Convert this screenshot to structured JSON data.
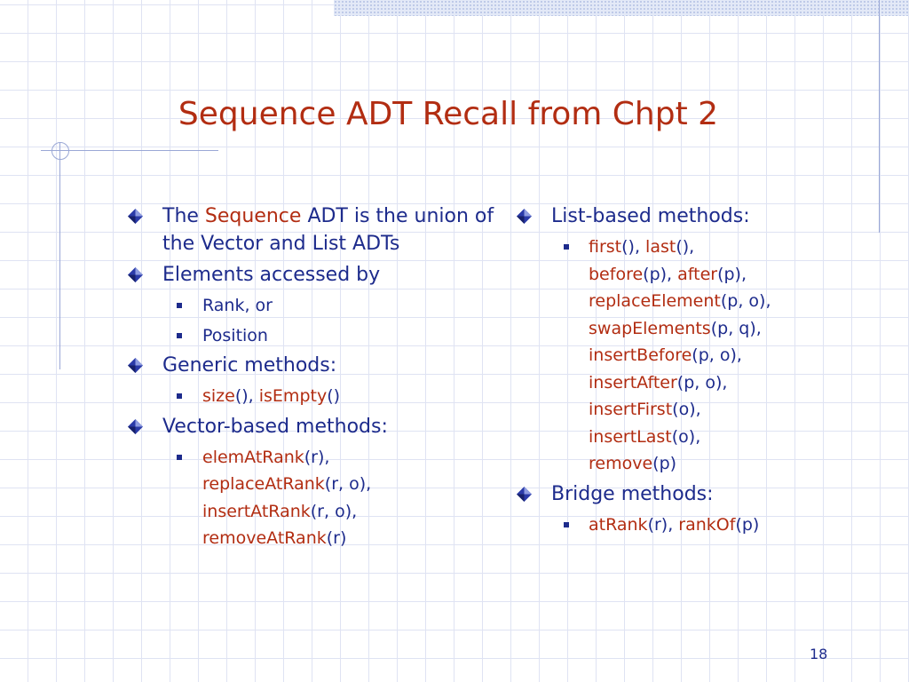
{
  "title": "Sequence ADT Recall from Chpt 2",
  "page_number": "18",
  "colors": {
    "accent": "#b22d12",
    "text": "#1d2b8c",
    "grid": "#dfe3f3"
  },
  "left": {
    "b1": {
      "pre": "The ",
      "emph": "Sequence",
      "post": " ADT is the union of the Vector and List ADTs"
    },
    "b2": {
      "text": "Elements accessed by",
      "subs": [
        "Rank, or",
        "Position"
      ]
    },
    "b3": {
      "text": "Generic methods:",
      "sub": {
        "m1": "size",
        "a1": "(), ",
        "m2": "isEmpty",
        "a2": "()"
      }
    },
    "b4": {
      "text": "Vector-based methods:",
      "lines": [
        {
          "name": "elemAtRank",
          "args": "(r),"
        },
        {
          "name": "replaceAtRank",
          "args": "(r, o),"
        },
        {
          "name": "insertAtRank",
          "args": "(r, o),"
        },
        {
          "name": "removeAtRank",
          "args": "(r)"
        }
      ]
    }
  },
  "right": {
    "b1": {
      "text": "List-based methods:",
      "lines": [
        {
          "n1": "first",
          "a1": "(), ",
          "n2": "last",
          "a2": "(),"
        },
        {
          "n1": "before",
          "a1": "(p), ",
          "n2": "after",
          "a2": "(p),"
        },
        {
          "n1": "replaceElement",
          "a1": "(p, o),"
        },
        {
          "n1": "swapElements",
          "a1": "(p, q),"
        },
        {
          "n1": "insertBefore",
          "a1": "(p, o),"
        },
        {
          "n1": "insertAfter",
          "a1": "(p, o),"
        },
        {
          "n1": "insertFirst",
          "a1": "(o),"
        },
        {
          "n1": "insertLast",
          "a1": "(o),"
        },
        {
          "n1": "remove",
          "a1": "(p)"
        }
      ]
    },
    "b2": {
      "text": "Bridge methods:",
      "sub": {
        "n1": "atRank",
        "a1": "(r), ",
        "n2": "rankOf",
        "a2": "(p)"
      }
    }
  }
}
